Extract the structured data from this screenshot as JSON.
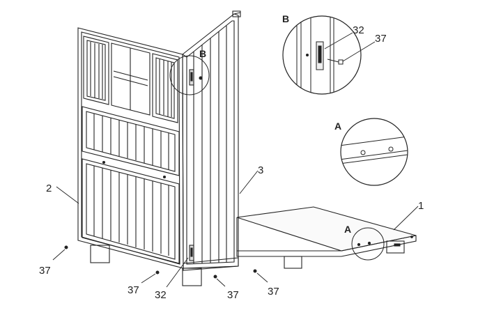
{
  "callouts": {
    "part_1": "1",
    "part_2": "2",
    "part_3": "3",
    "screw_37_a": "37",
    "screw_37_b": "37",
    "screw_37_c": "37",
    "screw_37_d": "37",
    "bracket_32_main": "32",
    "detail_b_32": "32",
    "detail_b_37": "37"
  },
  "details": {
    "a_main": "A",
    "a_zoom": "A",
    "b_main": "B",
    "b_zoom": "B"
  }
}
